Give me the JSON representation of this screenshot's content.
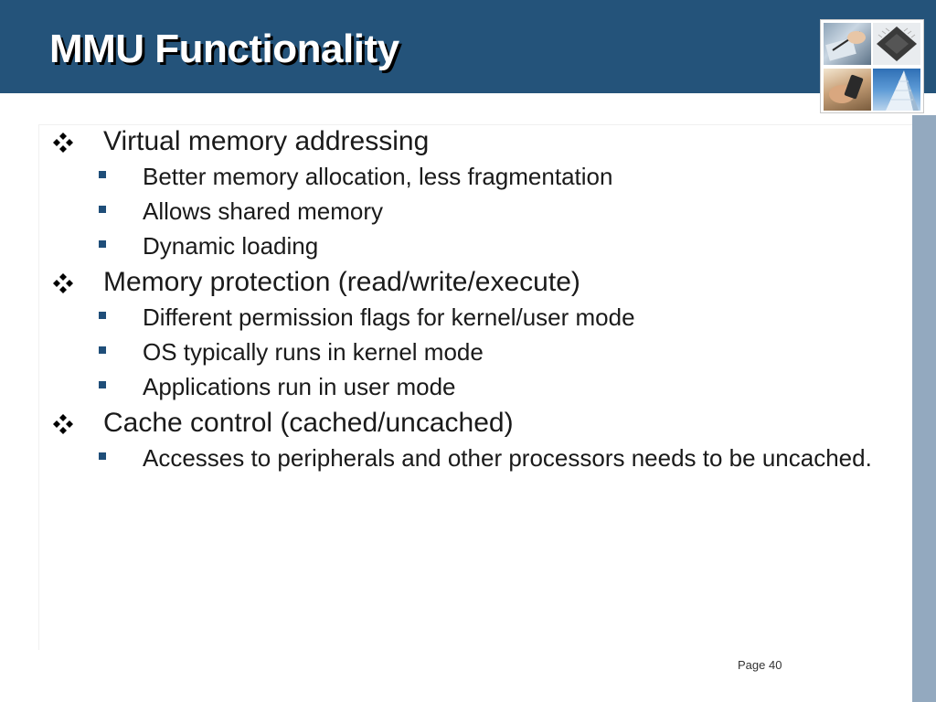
{
  "slide": {
    "title": "MMU Functionality",
    "page_label": "Page 40"
  },
  "bullets": [
    {
      "text": "Virtual memory addressing",
      "children": [
        "Better memory allocation, less fragmentation",
        "Allows shared memory",
        "Dynamic loading"
      ]
    },
    {
      "text": "Memory protection (read/write/execute)",
      "children": [
        "Different permission flags for kernel/user mode",
        "OS typically runs in kernel mode",
        "Applications run in user mode"
      ]
    },
    {
      "text": "Cache control (cached/uncached)",
      "children": [
        "Accesses to peripherals and other processors needs to be uncached."
      ]
    }
  ],
  "icons": {
    "level1_marker": "diamond-bullet-icon",
    "level2_marker": "square-bullet-icon"
  },
  "colors": {
    "header_bg": "#24537a",
    "side_bar": "#93a9bf",
    "bullet_square": "#1f4e79"
  }
}
